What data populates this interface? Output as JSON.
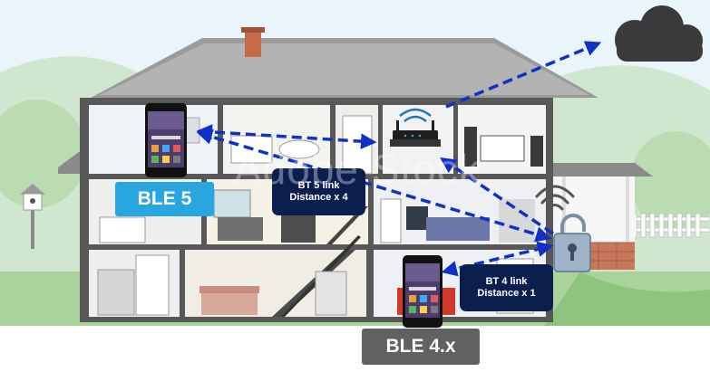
{
  "labels": {
    "ble5": "BLE 5",
    "ble4": "BLE 4.x",
    "bt5_link_line1": "BT 5 link",
    "bt5_link_line2": "Distance x 4",
    "bt4_link_line1": "BT 4 link",
    "bt4_link_line2": "Distance x 1"
  },
  "watermark": "Adobe Stock",
  "icons": [
    "cloud-icon",
    "wifi-router-icon",
    "smartphone-icon",
    "smart-lock-icon",
    "wifi-signal-icon"
  ],
  "colors": {
    "ble5_badge": "#29a6e0",
    "ble4_badge": "#5f6163",
    "link_box": "#0b1f4f",
    "arrow": "#1030c8",
    "cloud": "#3a3a3c"
  }
}
